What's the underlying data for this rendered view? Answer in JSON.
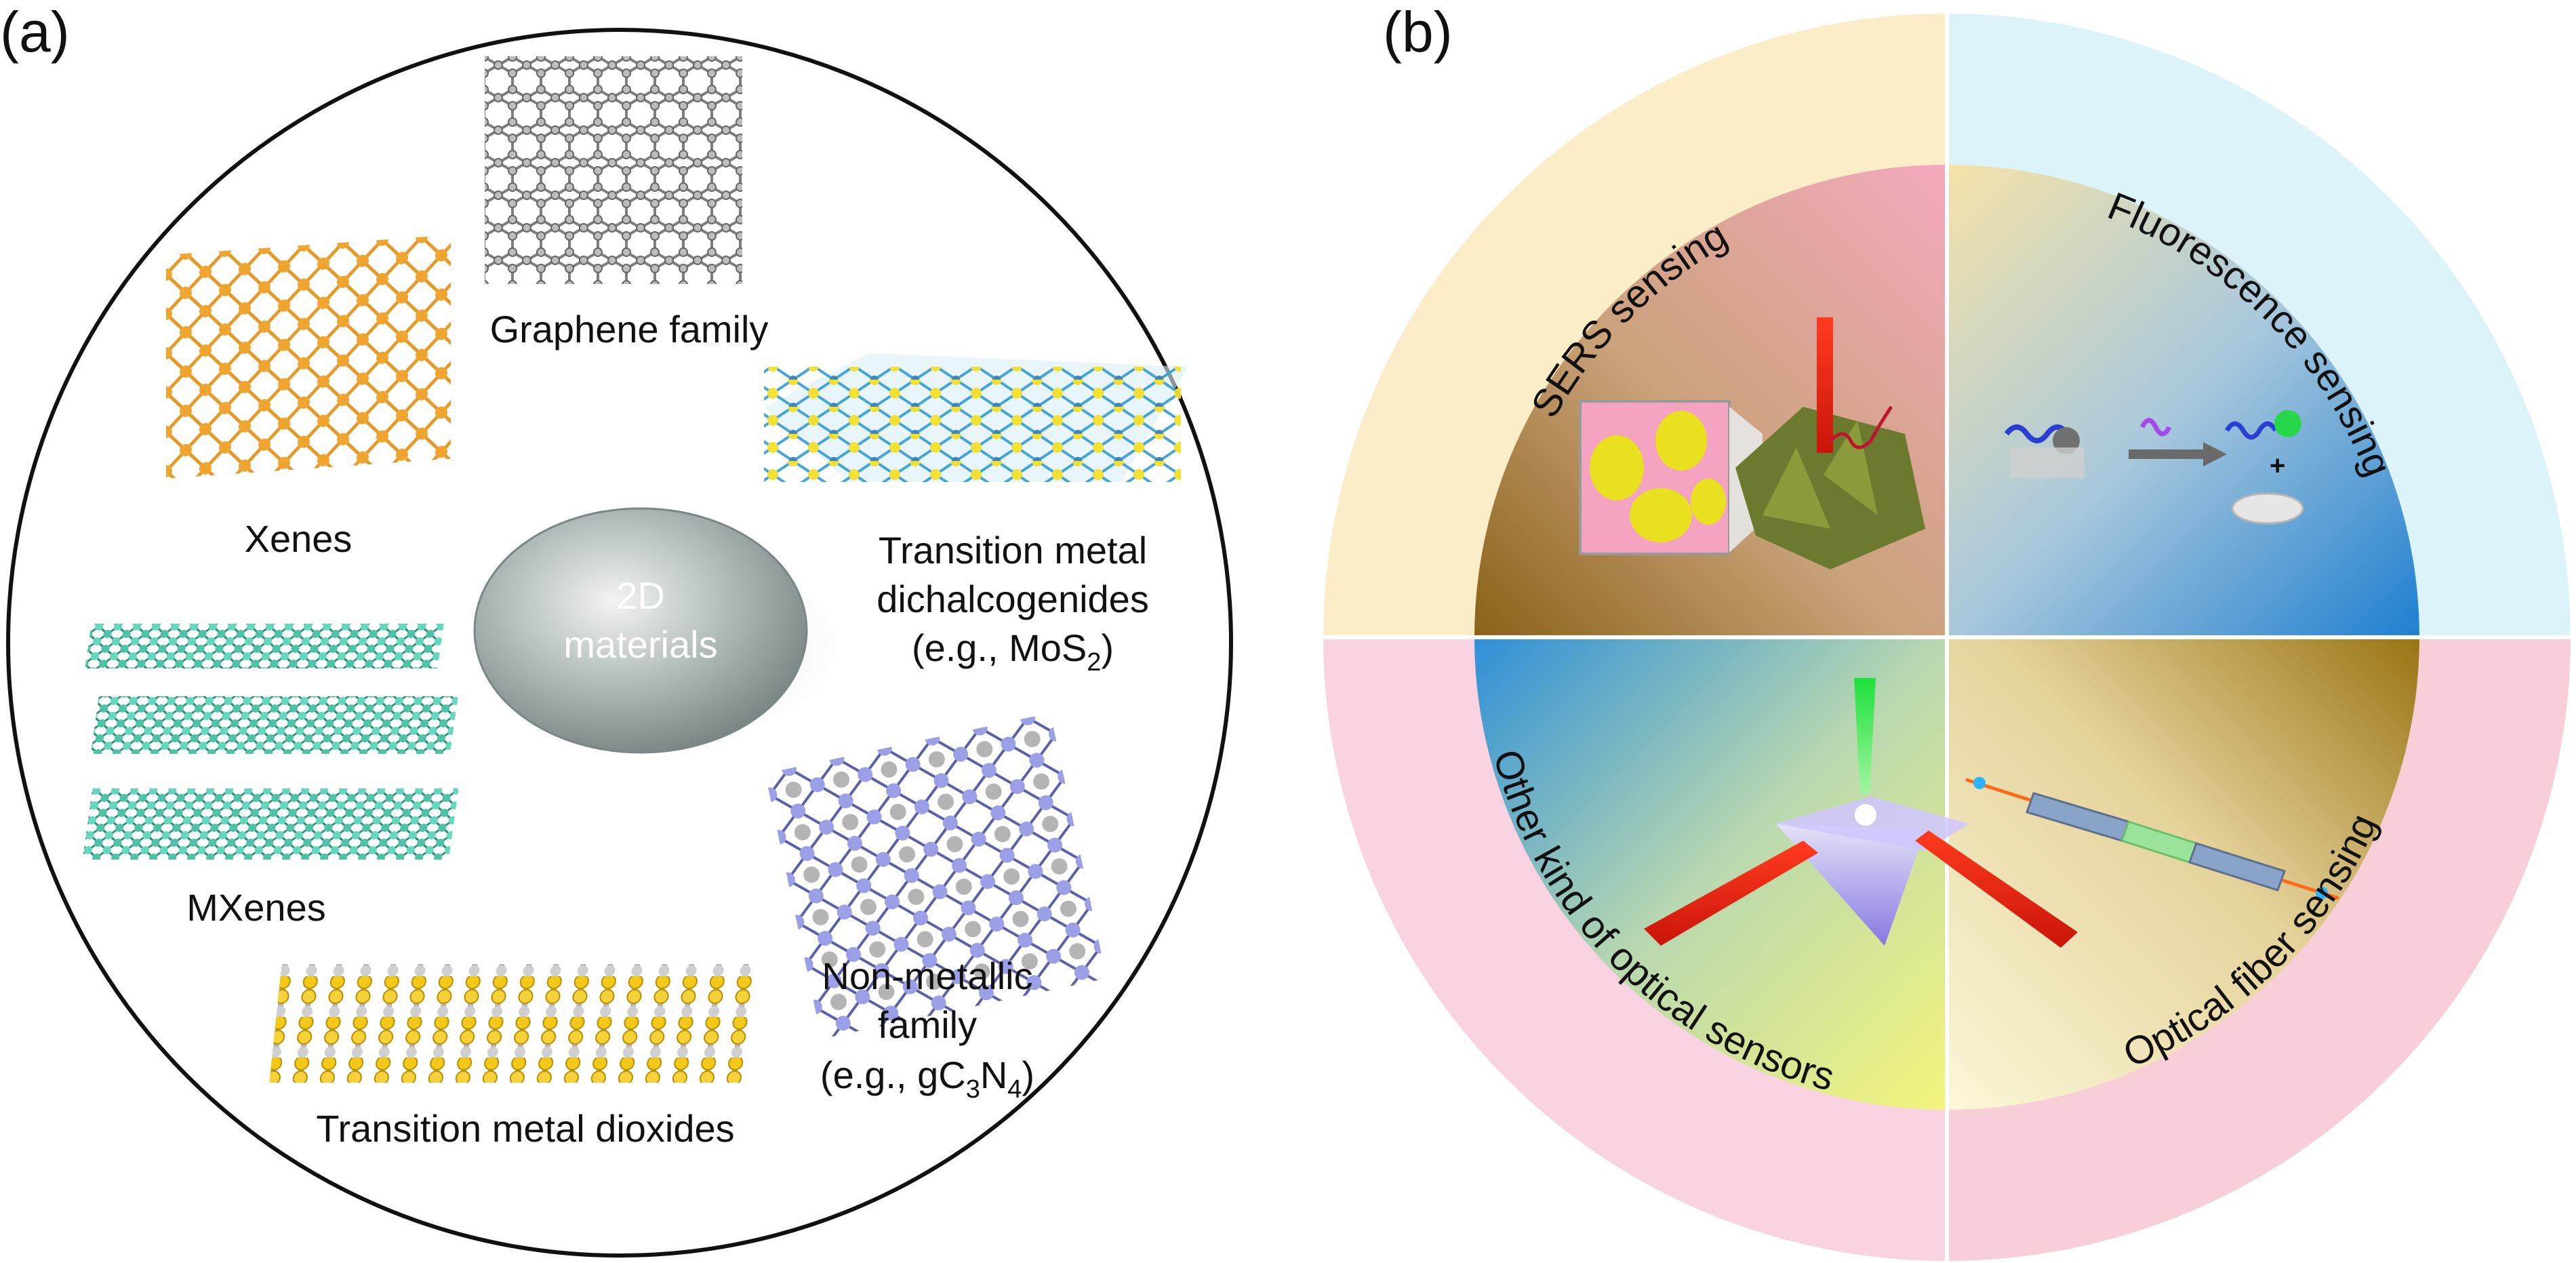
{
  "panel_a": {
    "letter": "(a)",
    "center_line1": "2D",
    "center_line2": "materials",
    "graphene": "Graphene family",
    "xenes": "Xenes",
    "tmd_line1": "Transition metal",
    "tmd_line2": "dichalcogenides",
    "tmd_line3_pre": "(e.g., MoS",
    "tmd_line3_sub": "2",
    "tmd_line3_post": ")",
    "mxenes": "MXenes",
    "nonmetal_line1": "Non-metallic",
    "nonmetal_line2": "family",
    "nonmetal_line3_pre": "(e.g., gC",
    "nonmetal_line3_sub1": "3",
    "nonmetal_line3_mid": "N",
    "nonmetal_line3_sub2": "4",
    "nonmetal_line3_post": ")",
    "tmo": "Transition metal dioxides"
  },
  "panel_b": {
    "letter": "(b)",
    "q1": "SERS sensing",
    "q2": "Fluorescence sensing",
    "q3": "Other kind of optical sensors",
    "q4": "Optical fiber sensing",
    "plus": "+"
  }
}
